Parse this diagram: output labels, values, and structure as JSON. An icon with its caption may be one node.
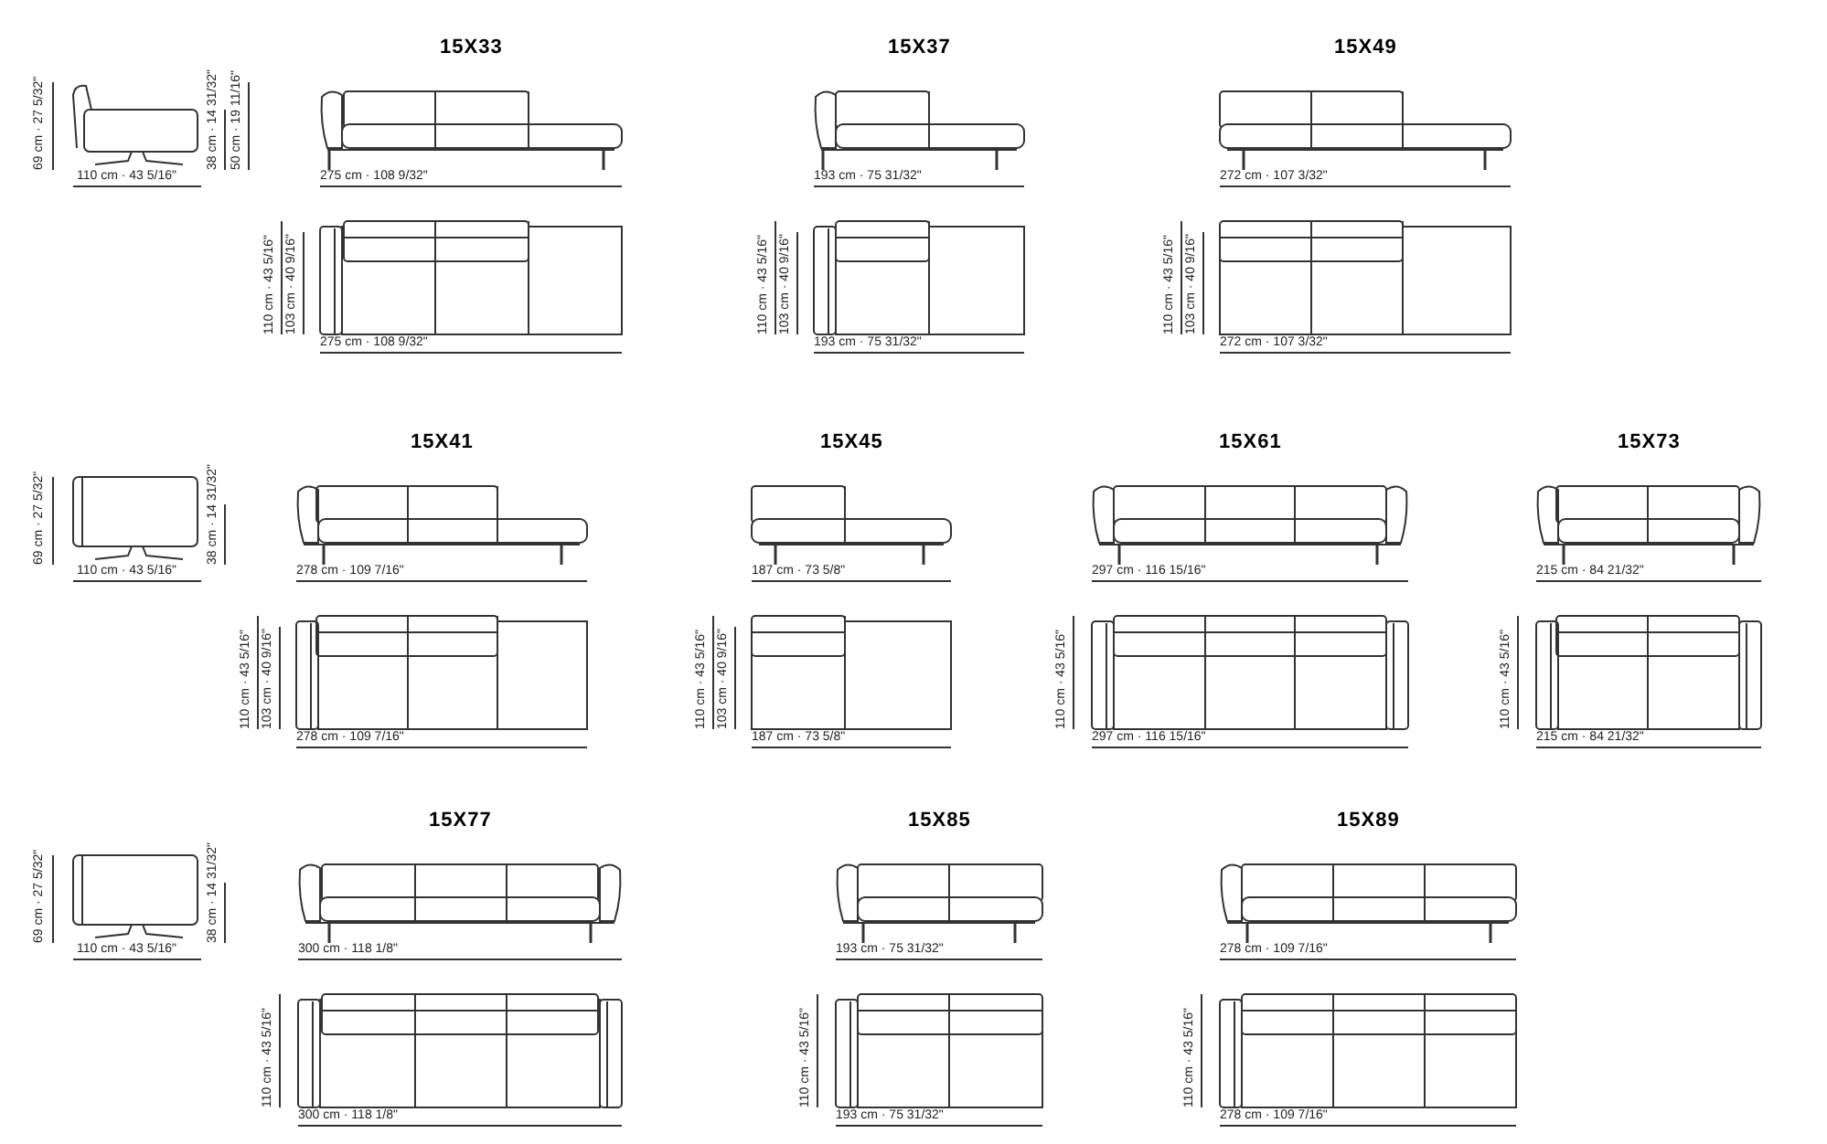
{
  "diagram": {
    "labels": [
      "69 cm · 27 5/32\"",
      "38 cm · 14 31/32\"",
      "50 cm · 19 11/16\"",
      "110 cm · 43 5/16\"",
      "15X33",
      "275 cm · 108 9/32\"",
      "110 cm · 43 5/16\"",
      "103 cm · 40 9/16\"",
      "275 cm · 108 9/32\"",
      "15X37",
      "193 cm · 75 31/32\"",
      "110 cm · 43 5/16\"",
      "103 cm · 40 9/16\"",
      "193 cm · 75 31/32\"",
      "15X49",
      "272 cm · 107 3/32\"",
      "110 cm · 43 5/16\"",
      "103 cm · 40 9/16\"",
      "272 cm · 107 3/32\"",
      "69 cm · 27 5/32\"",
      "38 cm · 14 31/32\"",
      "110 cm · 43 5/16\"",
      "15X41",
      "278 cm · 109 7/16\"",
      "110 cm · 43 5/16\"",
      "103 cm · 40 9/16\"",
      "278 cm · 109 7/16\"",
      "15X45",
      "187 cm · 73 5/8\"",
      "110 cm · 43 5/16\"",
      "103 cm · 40 9/16\"",
      "187 cm · 73 5/8\"",
      "15X61",
      "297 cm · 116 15/16\"",
      "110 cm · 43 5/16\"",
      "297 cm · 116 15/16\"",
      "15X73",
      "215 cm · 84 21/32\"",
      "110 cm · 43 5/16\"",
      "215 cm · 84 21/32\"",
      "69 cm · 27 5/32\"",
      "38 cm · 14 31/32\"",
      "110 cm · 43 5/16\"",
      "15X77",
      "300 cm · 118 1/8\"",
      "110 cm · 43 5/16\"",
      "300 cm · 118 1/8\"",
      "15X85",
      "193 cm · 75 31/32\"",
      "110 cm · 43 5/16\"",
      "193 cm · 75 31/32\"",
      "15X89",
      "278 cm · 109 7/16\"",
      "110 cm · 43 5/16\"",
      "278 cm · 109 7/16\""
    ]
  }
}
